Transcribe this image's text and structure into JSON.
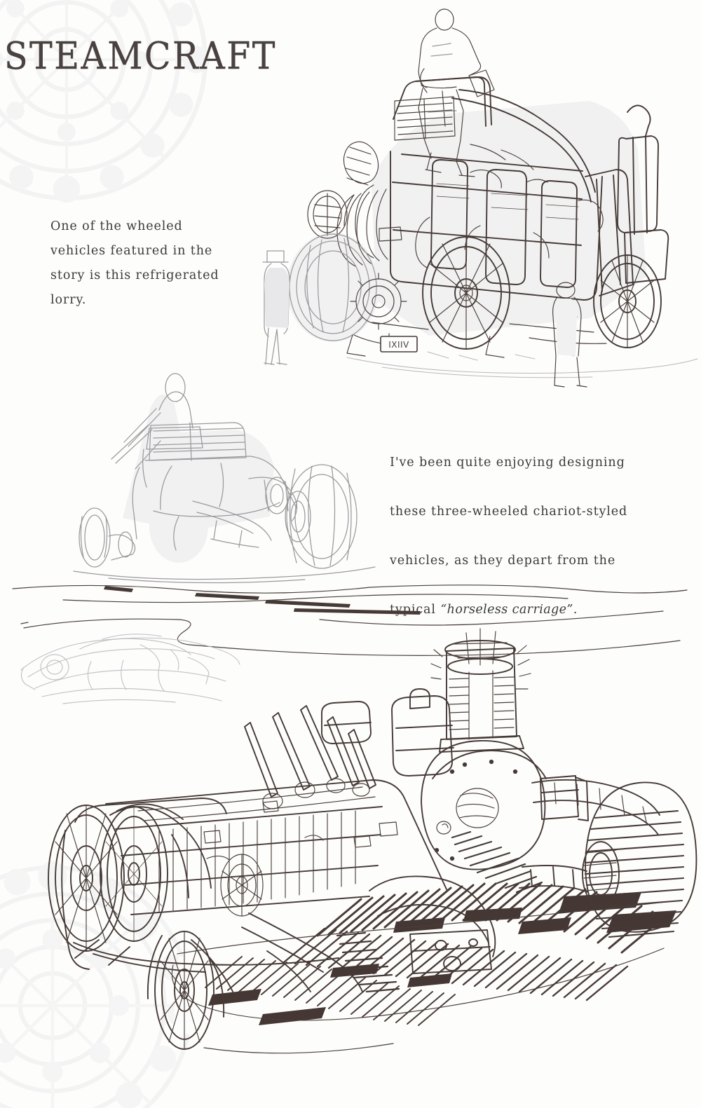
{
  "page": {
    "title": "STEAMCRAFT",
    "background_color": "#fdfdfc",
    "ink_color": "#463a36",
    "pencil_color": "#9a9a9d",
    "text_color": "#3b3a39"
  },
  "notes": {
    "lorry": {
      "text": "One of the wheeled vehicles featured in the story is this refrigerated lorry."
    },
    "chariot": {
      "line1": "I've been quite enjoying designing",
      "line2": "these three-wheeled chariot-styled",
      "line3": "vehicles, as they depart from the",
      "line4_prefix": "typical ",
      "line4_quoted": "“horseless carriage”",
      "line4_suffix": "."
    }
  },
  "illustrations": {
    "lorry": {
      "caption_name": "refrigerated-steam-lorry",
      "license_plate": "IXIIV",
      "figures": [
        "workman-on-roof",
        "top-hatted-bystander",
        "standing-figure-right"
      ]
    },
    "chariot_sketch": {
      "caption_name": "three-wheeled-chariot-vehicle-pencil"
    },
    "ghost_sketch": {
      "caption_name": "faint-underdrawing-vehicle"
    },
    "main_vehicle": {
      "caption_name": "large-three-wheeled-steam-chariot-ink"
    }
  }
}
